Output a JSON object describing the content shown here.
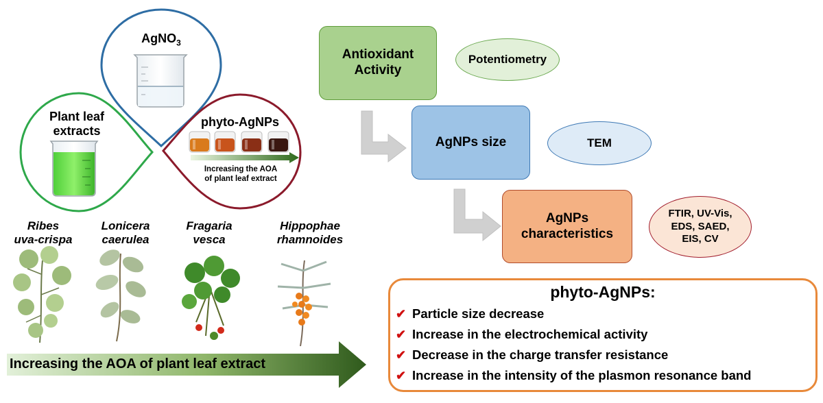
{
  "reagent": {
    "label": "AgNO",
    "subscript": "3"
  },
  "extract": {
    "line1": "Plant leaf",
    "line2": "extracts"
  },
  "product": {
    "label": "phyto-AgNPs",
    "gradient_line1": "Increasing the AOA",
    "gradient_line2": "of plant leaf extract"
  },
  "vial_colors": [
    "#d97a1c",
    "#c8541c",
    "#8a2f16",
    "#3a1710"
  ],
  "plants": [
    {
      "line1": "Ribes",
      "line2": "uva-crispa"
    },
    {
      "line1": "Lonicera",
      "line2": "caerulea"
    },
    {
      "line1": "Fragaria",
      "line2": "vesca"
    },
    {
      "line1": "Hippophae",
      "line2": "rhamnoides"
    }
  ],
  "bottom_arrow": {
    "label": "Increasing the AOA of plant leaf extract"
  },
  "flow": {
    "step1": {
      "line1": "Antioxidant",
      "line2": "Activity",
      "method": "Potentiometry"
    },
    "step2": {
      "label": "AgNPs size",
      "method": "TEM"
    },
    "step3": {
      "line1": "AgNPs",
      "line2": "characteristics",
      "method_line1": "FTIR, UV-Vis,",
      "method_line2": "EDS, SAED,",
      "method_line3": "EIS, CV"
    }
  },
  "findings": {
    "title": "phyto-AgNPs:",
    "check_icon": "✔",
    "items": [
      "Particle size decrease",
      "Increase in the electrochemical activity",
      "Decrease in the charge transfer resistance",
      "Increase in the intensity of the plasmon resonance band"
    ]
  },
  "colors": {
    "reagent_border": "#2e6da4",
    "extract_border": "#2ea84a",
    "product_border": "#8b1a2b",
    "step1_fill": "#a9d18e",
    "step2_fill": "#9dc3e6",
    "step3_fill": "#f4b183",
    "findings_border": "#e8893a"
  }
}
